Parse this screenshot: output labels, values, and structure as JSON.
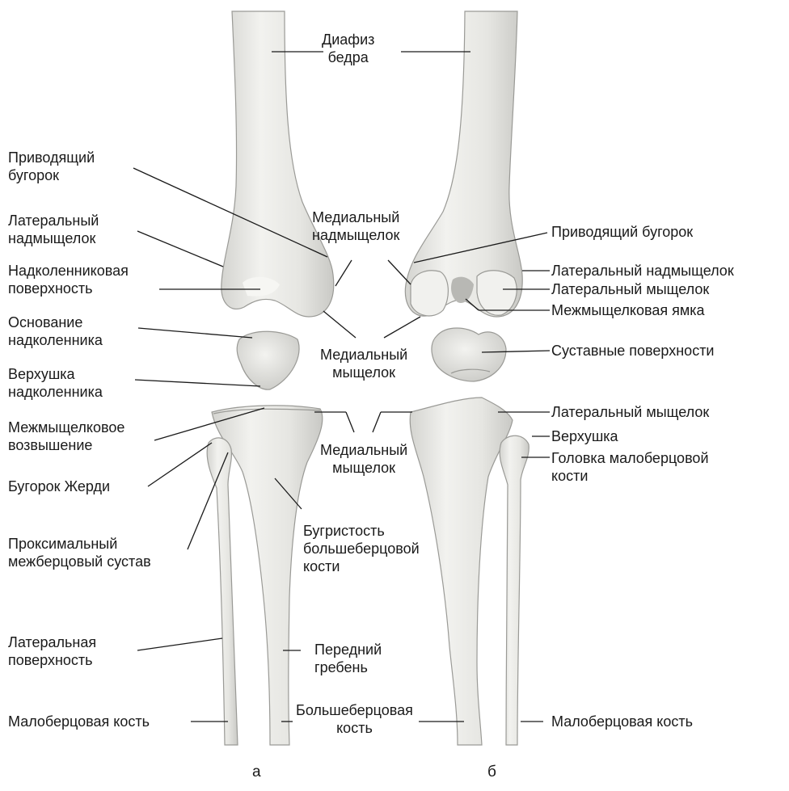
{
  "colors": {
    "bone_fill": "#e9e9e6",
    "bone_shade": "#cfcfcb",
    "bone_outline": "#9a9a96",
    "leader": "#1a1a1a",
    "text": "#1a1a1a"
  },
  "view_a": {
    "caption": "а",
    "labels": {
      "femur_shaft": [
        "Диафиз",
        "бедра"
      ],
      "adductor_tubercle": [
        "Приводящий",
        "бугорок"
      ],
      "lateral_epicondyle": [
        "Латеральный",
        "надмыщелок"
      ],
      "medial_epicondyle": [
        "Медиальный",
        "надмыщелок"
      ],
      "patellar_surface": [
        "Надколенниковая",
        "поверхность"
      ],
      "patella_base": [
        "Основание",
        "надколенника"
      ],
      "medial_condyle_femur": [
        "Медиальный",
        "мыщелок"
      ],
      "patella_apex": [
        "Верхушка",
        "надколенника"
      ],
      "intercondylar_eminence": [
        "Межмыщелковое",
        "возвышение"
      ],
      "medial_condyle_tibia": [
        "Медиальный",
        "мыщелок"
      ],
      "gerdy_tubercle": [
        "Бугорок Жерди"
      ],
      "tibial_tuberosity": [
        "Бугристость",
        "большеберцовой",
        "кости"
      ],
      "proximal_tibiofibular_joint": [
        "Проксимальный",
        "межберцовый сустав"
      ],
      "lateral_surface": [
        "Латеральная",
        "поверхность"
      ],
      "anterior_crest": [
        "Передний",
        "гребень"
      ],
      "fibula": [
        "Малоберцовая кость"
      ],
      "tibia": [
        "Большеберцовая",
        "кость"
      ]
    }
  },
  "view_b": {
    "caption": "б",
    "labels": {
      "adductor_tubercle": [
        "Приводящий бугорок"
      ],
      "lateral_epicondyle": [
        "Латеральный надмыщелок"
      ],
      "lateral_condyle_femur": [
        "Латеральный мыщелок"
      ],
      "intercondylar_fossa": [
        "Межмыщелковая ямка"
      ],
      "articular_surfaces": [
        "Суставные поверхности"
      ],
      "lateral_condyle_tibia": [
        "Латеральный мыщелок"
      ],
      "apex": [
        "Верхушка"
      ],
      "fibula_head": [
        "Головка малоберцовой",
        "кости"
      ],
      "fibula": [
        "Малоберцовая кость"
      ]
    }
  }
}
